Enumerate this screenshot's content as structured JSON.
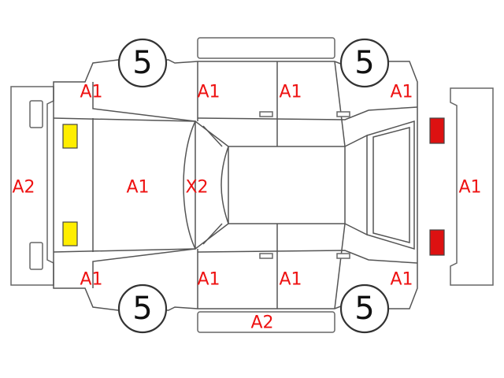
{
  "colors": {
    "outline": "#555555",
    "code_text": "#ee1111",
    "headlight": "#ffee00",
    "taillight": "#dd1111"
  },
  "tires": {
    "front_left": "5",
    "rear_left": "5",
    "front_right": "5",
    "rear_right": "5"
  },
  "codes": {
    "front_left_fender": "A1",
    "front_door_left": "A1",
    "rear_door_left": "A1",
    "rear_left_quarter": "A1",
    "front_bumper": "A2",
    "hood": "A1",
    "windshield": "X2",
    "rear_bumper": "A1",
    "front_right_fender": "A1",
    "front_door_right": "A1",
    "rear_door_right": "A1",
    "rear_right_quarter": "A1",
    "right_side_sill": "A2"
  }
}
